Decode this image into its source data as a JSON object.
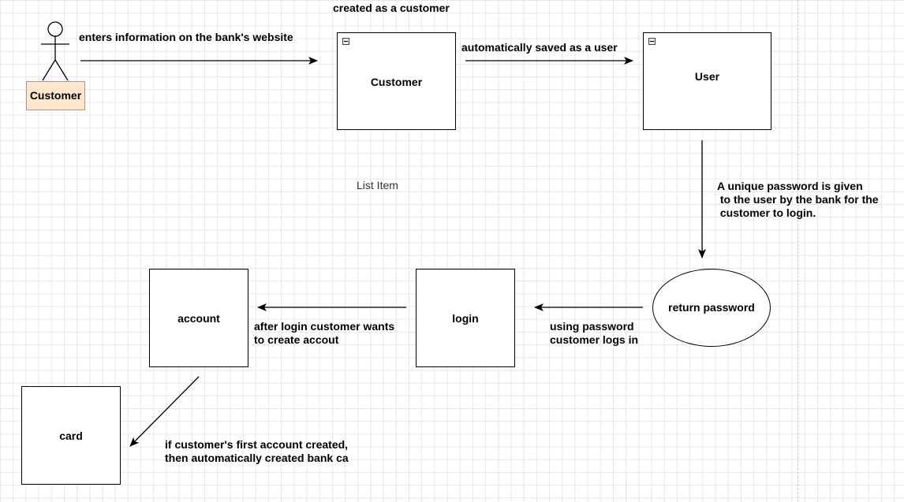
{
  "actor": {
    "label": "Customer"
  },
  "nodes": {
    "customer": {
      "label": "Customer"
    },
    "user": {
      "label": "User"
    },
    "login": {
      "label": "login"
    },
    "account": {
      "label": "account"
    },
    "card": {
      "label": "card"
    },
    "return_password": {
      "label": "return password"
    }
  },
  "edges": {
    "enters_info": "enters information on the bank's website",
    "created_as_customer": "created as a customer",
    "saved_as_user": "automatically saved as a user",
    "unique_password": "A unique password is given\n to the user by the bank for the\n customer to login.",
    "using_password": "using password\ncustomer logs in",
    "create_account": "after login customer wants\nto create accout",
    "first_account": "if customer's first account created,\nthen automatically created bank ca"
  },
  "floating_text": "List Item"
}
